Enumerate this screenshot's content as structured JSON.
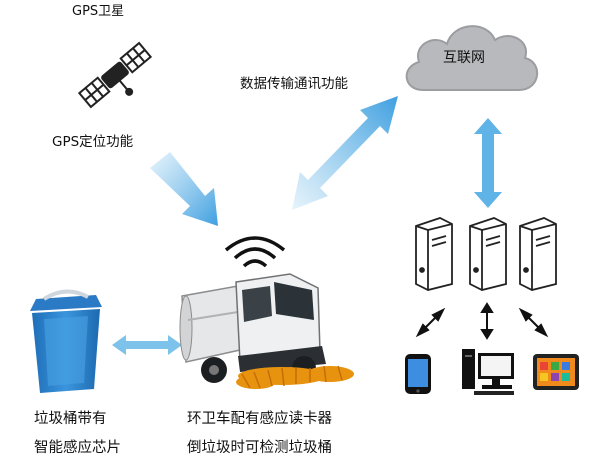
{
  "labels": {
    "gps_satellite": "GPS卫星",
    "gps_function": "GPS定位功能",
    "data_comm": "数据传输通讯功能",
    "internet": "互联网",
    "bin_line1": "垃圾桶带有",
    "bin_line2": "智能感应芯片",
    "truck_line1": "环卫车配有感应读卡器",
    "truck_line2": "倒垃圾时可检测垃圾桶"
  },
  "icons": [
    "satellite-icon",
    "cloud-icon",
    "wifi-icon",
    "server-icon",
    "trash-bin-icon",
    "street-sweeper-icon",
    "smartphone-icon",
    "desktop-computer-icon",
    "tablet-icon"
  ],
  "colors": {
    "arrow_blue": "#5fb3e6",
    "cloud_gray": "#a7a9ad",
    "bin_blue": "#2f86d1"
  }
}
